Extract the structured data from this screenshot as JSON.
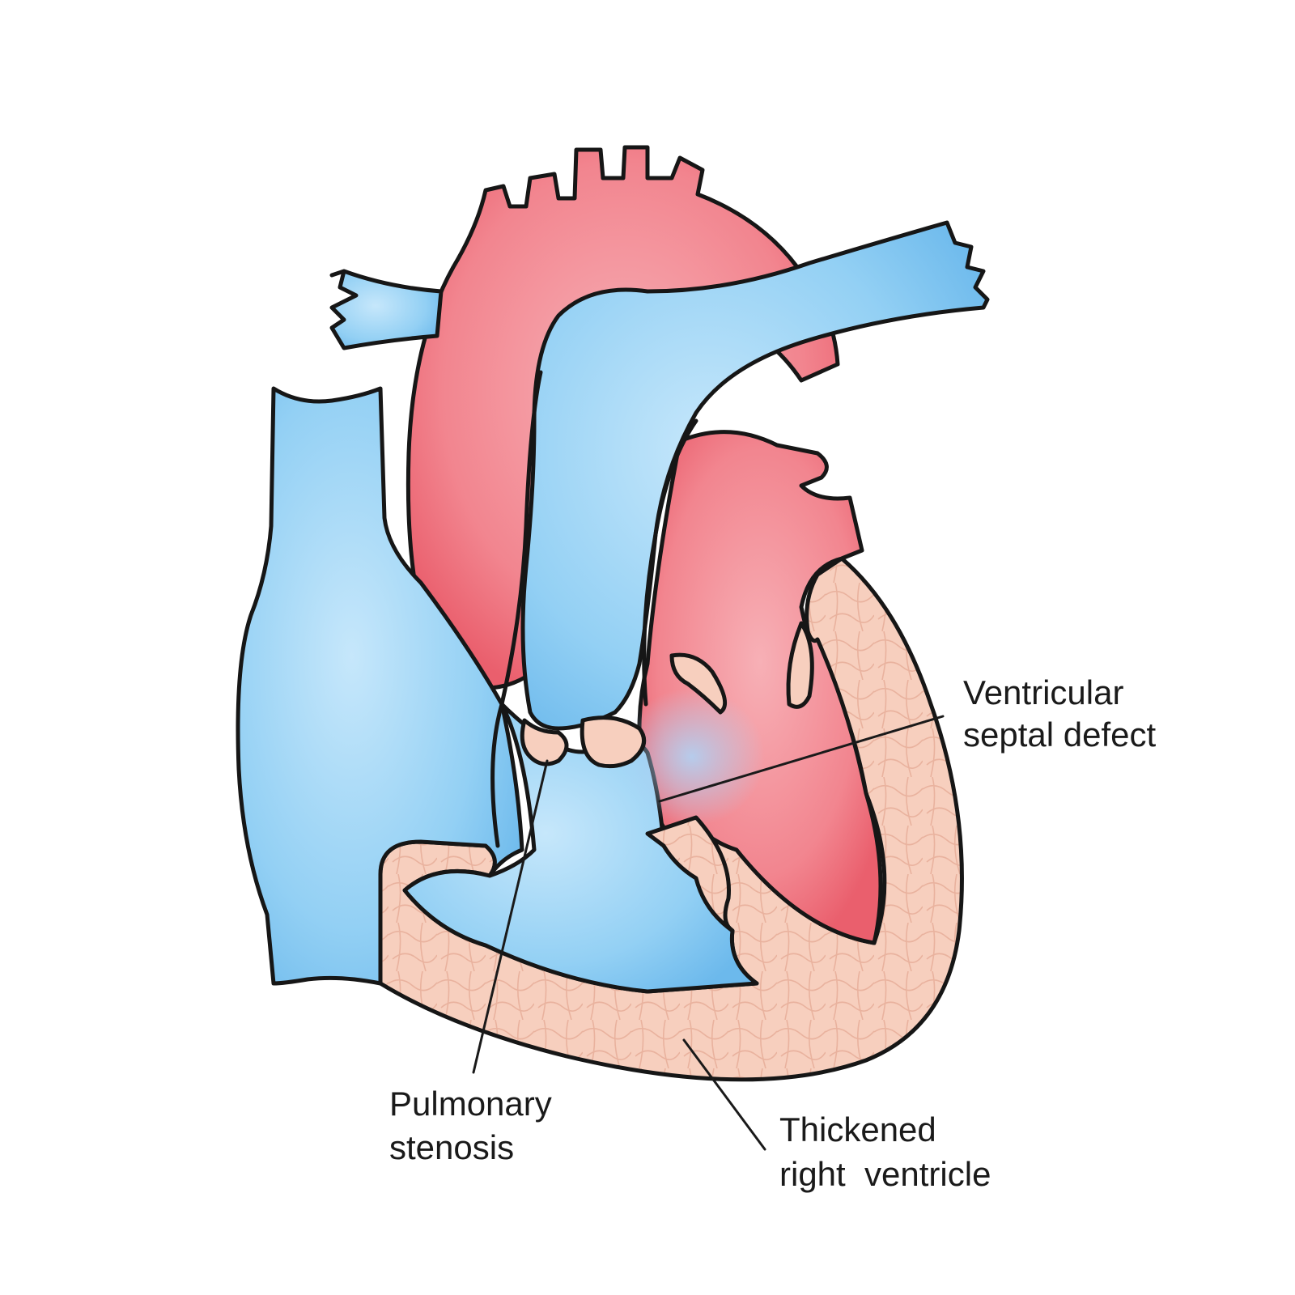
{
  "labels": {
    "vsd": [
      "Ventricular",
      "septal defect"
    ],
    "pulmonary_stenosis": [
      "Pulmonary",
      "stenosis"
    ],
    "rv_hypertrophy": [
      "Thickened",
      "right  ventricle"
    ]
  },
  "colors": {
    "oxygenated": "#f3868f",
    "deoxygenated": "#8ccaf1",
    "tissue": "#f7cfbe",
    "outline": "#161616"
  }
}
